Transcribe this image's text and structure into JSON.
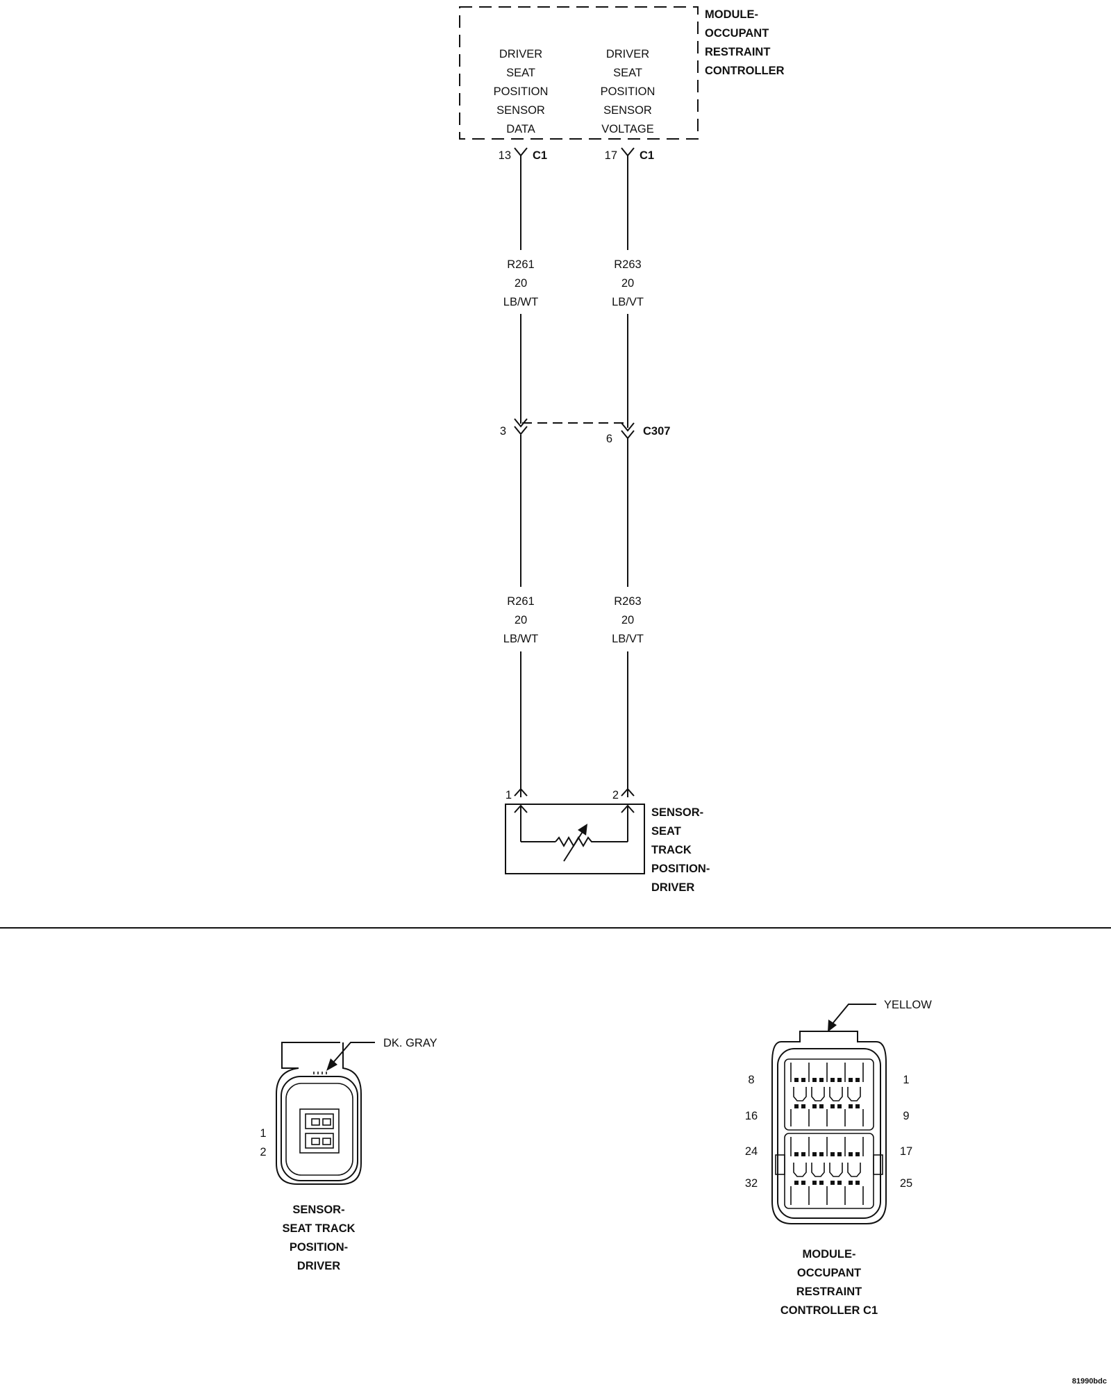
{
  "module": {
    "title_lines": [
      "MODULE-",
      "OCCUPANT",
      "RESTRAINT",
      "CONTROLLER"
    ],
    "pin_left_lines": [
      "DRIVER",
      "SEAT",
      "POSITION",
      "SENSOR",
      "DATA"
    ],
    "pin_right_lines": [
      "DRIVER",
      "SEAT",
      "POSITION",
      "SENSOR",
      "VOLTAGE"
    ]
  },
  "top_connector": {
    "left_pin": "13",
    "right_pin": "17",
    "name": "C1"
  },
  "wire_upper": {
    "left": {
      "circuit": "R261",
      "gauge": "20",
      "color": "LB/WT"
    },
    "right": {
      "circuit": "R263",
      "gauge": "20",
      "color": "LB/VT"
    }
  },
  "mid_connector": {
    "left_pin": "3",
    "right_pin": "6",
    "name": "C307"
  },
  "wire_lower": {
    "left": {
      "circuit": "R261",
      "gauge": "20",
      "color": "LB/WT"
    },
    "right": {
      "circuit": "R263",
      "gauge": "20",
      "color": "LB/VT"
    }
  },
  "sensor": {
    "left_pin": "1",
    "right_pin": "2",
    "title_lines": [
      "SENSOR-",
      "SEAT",
      "TRACK",
      "POSITION-",
      "DRIVER"
    ]
  },
  "sensor_connector_view": {
    "color_label": "DK. GRAY",
    "pin_labels": [
      "1",
      "2"
    ],
    "caption_lines": [
      "SENSOR-",
      "SEAT TRACK",
      "POSITION-",
      "DRIVER"
    ]
  },
  "module_connector_view": {
    "color_label": "YELLOW",
    "left_pins": [
      "8",
      "16",
      "24",
      "32"
    ],
    "right_pins": [
      "1",
      "9",
      "17",
      "25"
    ],
    "caption_lines": [
      "MODULE-",
      "OCCUPANT",
      "RESTRAINT",
      "CONTROLLER C1"
    ]
  },
  "figure_id": "81990bdc"
}
